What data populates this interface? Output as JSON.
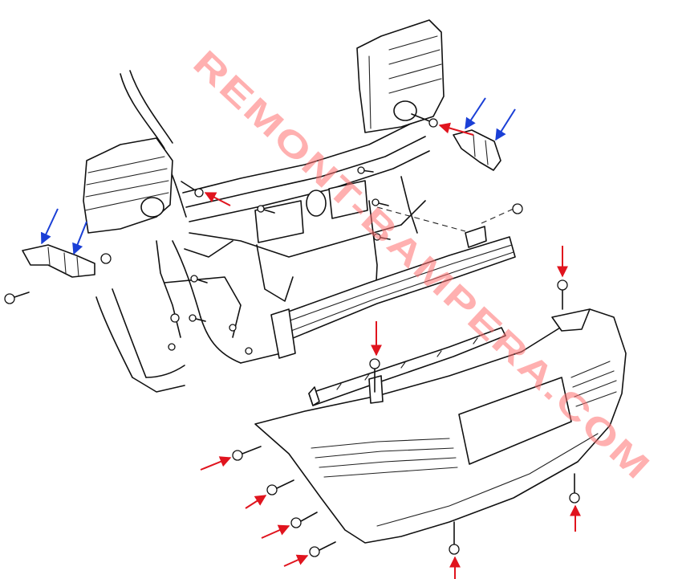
{
  "watermark": {
    "text": "REMONT-BAMPERA.COM",
    "color": "#ff6f6f"
  },
  "arrows": {
    "red_color": "#e0141e",
    "blue_color": "#1a3fd6",
    "red_count": 10,
    "blue_count": 4
  }
}
